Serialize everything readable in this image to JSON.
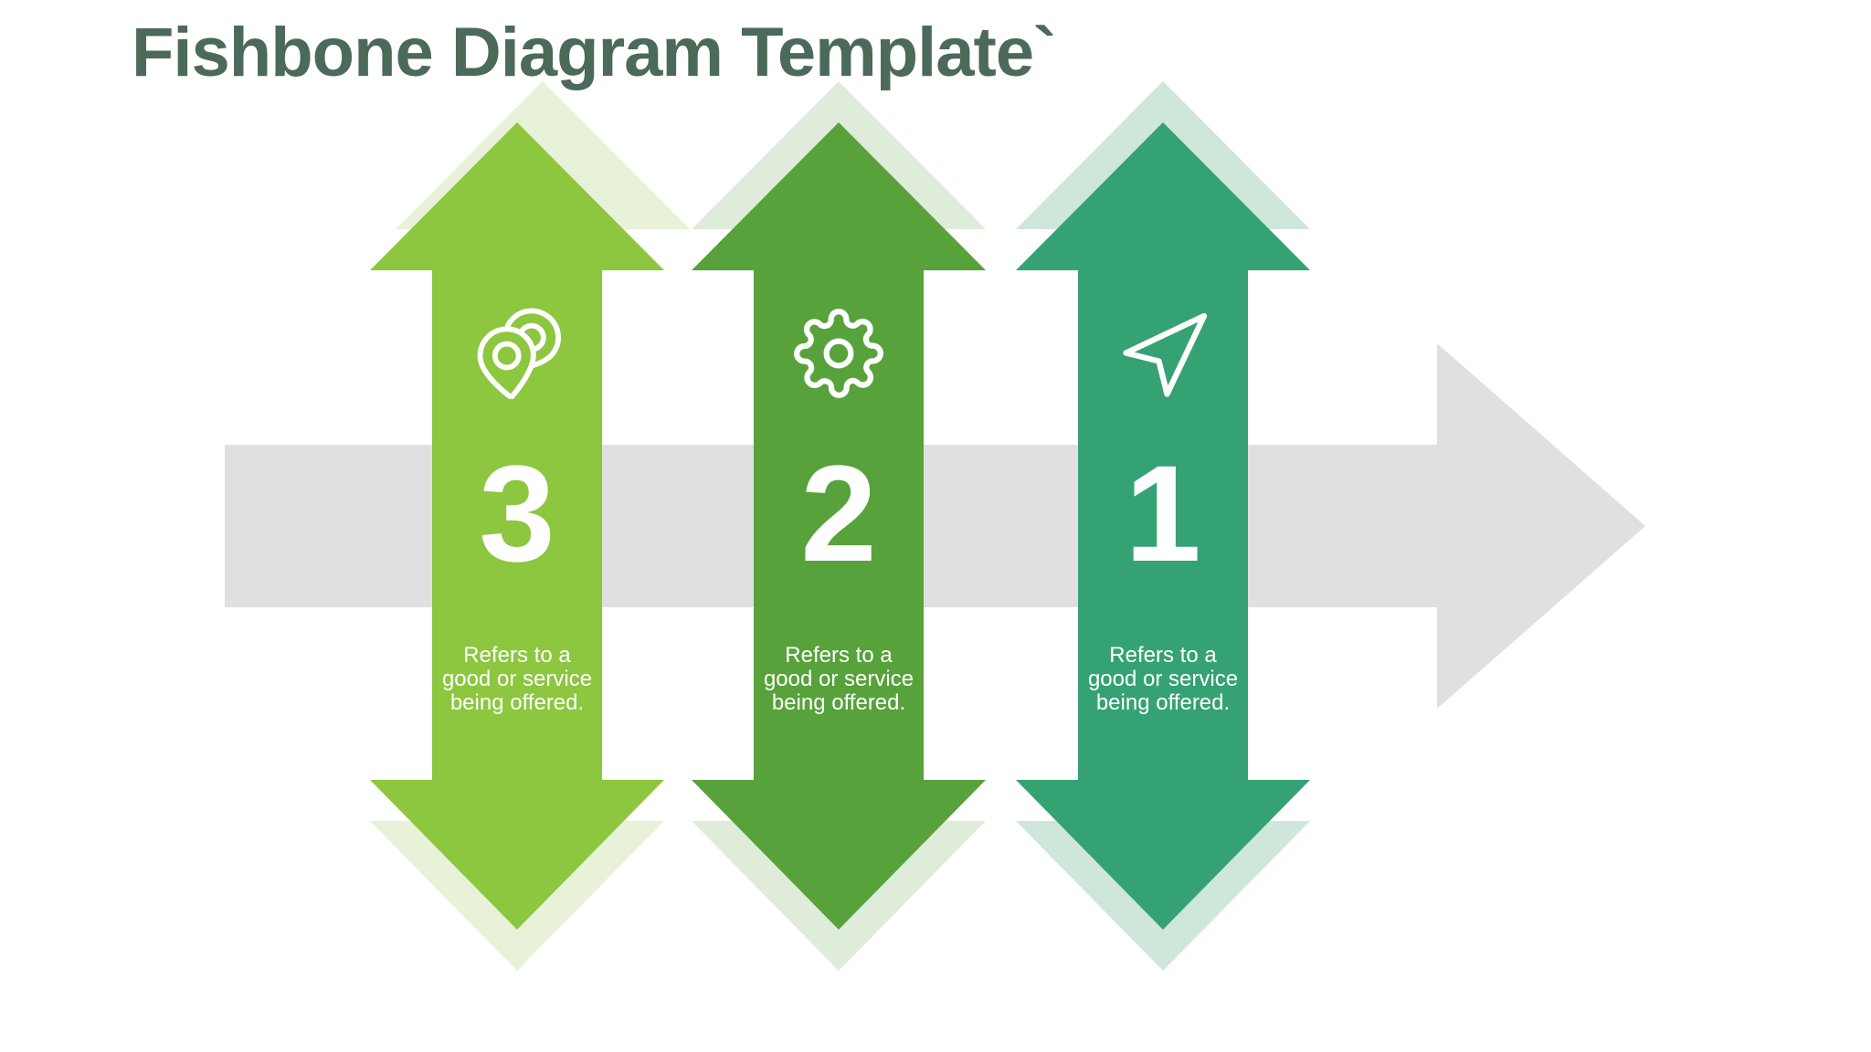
{
  "slide": {
    "title": "Fishbone Diagram Template`"
  },
  "colors": {
    "title": "#4b6a59",
    "flow_arrow": "#e0e0e0",
    "text_on_arrows": "#ffffff"
  },
  "flow_arrow": {
    "direction": "right"
  },
  "steps": [
    {
      "number": "3",
      "icon": "map-pins-icon",
      "color": "#8dc63f",
      "echo_color": "#e8f2d8",
      "description_lines": [
        "Refers to a",
        "good or service",
        "being offered."
      ]
    },
    {
      "number": "2",
      "icon": "gear-icon",
      "color": "#57a23b",
      "echo_color": "#dfecd9",
      "description_lines": [
        "Refers to a",
        "good or service",
        "being offered."
      ]
    },
    {
      "number": "1",
      "icon": "send-arrow-icon",
      "color": "#35a273",
      "echo_color": "#cfe6db",
      "description_lines": [
        "Refers to a",
        "good or service",
        "being offered."
      ]
    }
  ]
}
